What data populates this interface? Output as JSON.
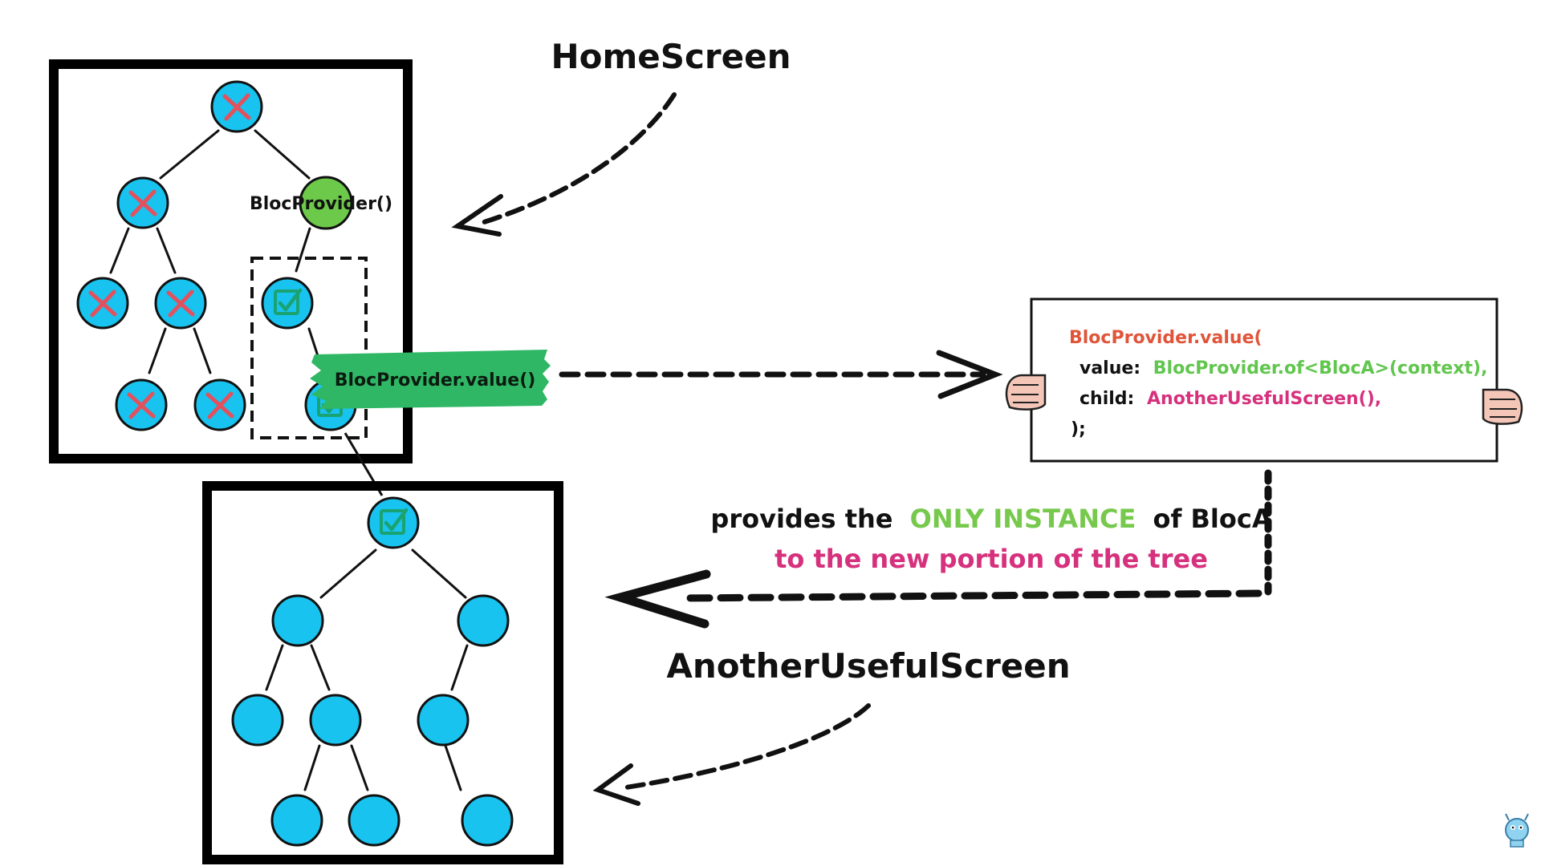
{
  "labels": {
    "home_screen": "HomeScreen",
    "another_screen": "AnotherUsefulScreen",
    "bloc_provider_node": "BlocProvider()",
    "bloc_provider_value_tag": "BlocProvider.value()"
  },
  "code": {
    "line1": "BlocProvider.value(",
    "line2_key": "value:",
    "line2_val": "BlocProvider.of<BlocA>(context),",
    "line3_key": "child:",
    "line3_val": "AnotherUsefulScreen(),",
    "line4": ");"
  },
  "caption": {
    "part1": "provides the",
    "highlight": "ONLY INSTANCE",
    "part2": "of BlocA",
    "line2": "to the new portion of the tree"
  },
  "colors": {
    "node_blue": "#18c3ef",
    "node_green": "#6cc94a",
    "cross_red": "#e2515e",
    "check_green": "#1aa372",
    "tag_green": "#2fb765",
    "code_orange": "#e0553a",
    "code_green": "#60c64d",
    "code_pink": "#d6317d",
    "caption_green": "#76c94c",
    "caption_pink": "#d6317d"
  },
  "icons": [
    "cross-icon",
    "check-icon",
    "hand-icon",
    "mascot-icon"
  ]
}
